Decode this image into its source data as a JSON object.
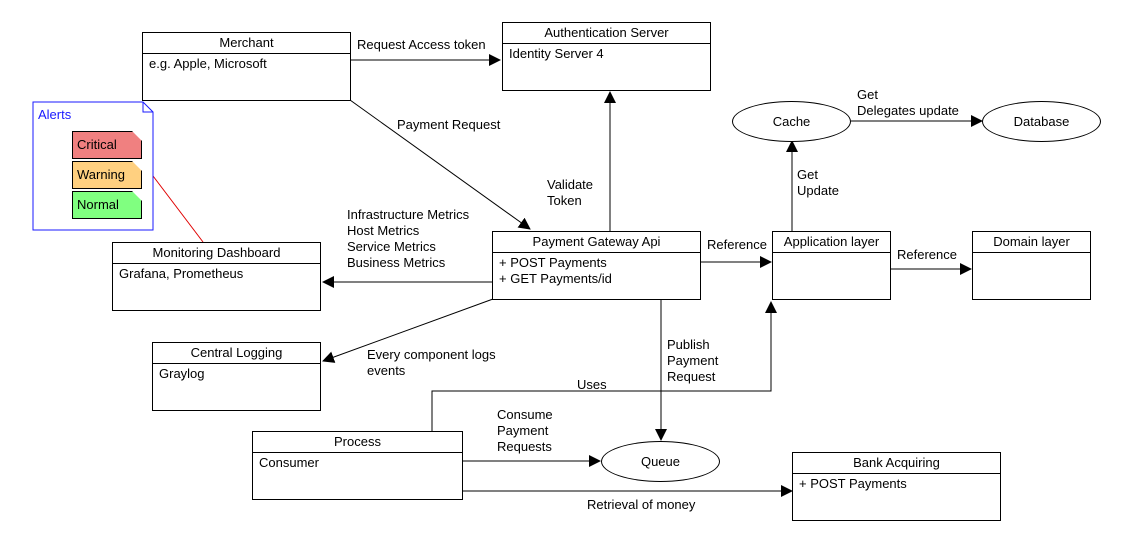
{
  "boxes": {
    "merchant": {
      "title": "Merchant",
      "lines": [
        "e.g. Apple, Microsoft"
      ]
    },
    "auth": {
      "title": "Authentication Server",
      "lines": [
        "Identity Server 4"
      ]
    },
    "monitoring": {
      "title": "Monitoring Dashboard",
      "lines": [
        "Grafana, Prometheus"
      ]
    },
    "gateway": {
      "title": "Payment Gateway Api",
      "lines": [
        "+ POST Payments",
        "+ GET Payments/id"
      ]
    },
    "app_layer": {
      "title": "Application layer",
      "lines": []
    },
    "domain_layer": {
      "title": "Domain layer",
      "lines": []
    },
    "logging": {
      "title": "Central Logging",
      "lines": [
        "Graylog"
      ]
    },
    "process": {
      "title": "Process",
      "lines": [
        "Consumer"
      ]
    },
    "bank": {
      "title": "Bank Acquiring",
      "lines": [
        "+ POST Payments"
      ]
    }
  },
  "ellipses": {
    "cache": "Cache",
    "database": "Database",
    "queue": "Queue"
  },
  "alerts": {
    "title": "Alerts",
    "critical": "Critical",
    "warning": "Warning",
    "normal": "Normal",
    "colors": {
      "critical": "#f08080",
      "warning": "#ffd080",
      "normal": "#80ff80"
    }
  },
  "labels": {
    "request_access_token": "Request Access token",
    "payment_request": "Payment Request",
    "validate_token": "Validate\nToken",
    "metrics": "Infrastructure Metrics\nHost Metrics\nService Metrics\nBusiness Metrics",
    "reference_gateway_app": "Reference",
    "reference_app_domain": "Reference",
    "get_update": "Get\nUpdate",
    "get_delegates": "Get\nDelegates update",
    "logs": "Every component logs\nevents",
    "publish": "Publish\nPayment\nRequest",
    "uses": "Uses",
    "consume": "Consume\nPayment\nRequests",
    "retrieval": "Retrieval of money"
  }
}
